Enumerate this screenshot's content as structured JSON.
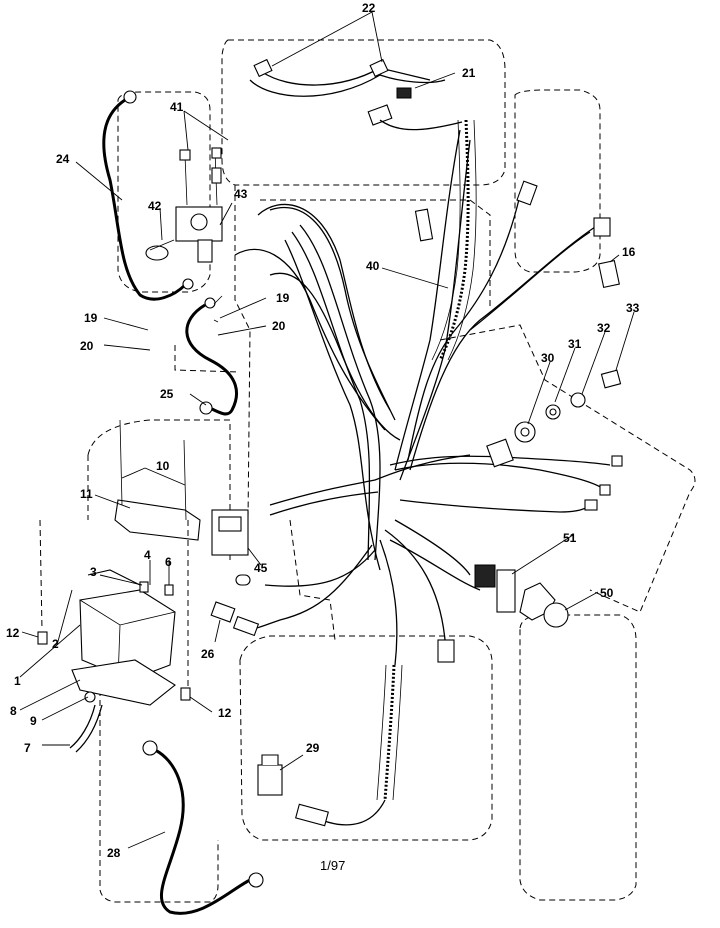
{
  "callouts": {
    "c1": "1",
    "c2": "2",
    "c3": "3",
    "c4": "4",
    "c6": "6",
    "c7": "7",
    "c8": "8",
    "c9": "9",
    "c10": "10",
    "c11": "11",
    "c12a": "12",
    "c12b": "12",
    "c16": "16",
    "c19a": "19",
    "c19b": "19",
    "c20a": "20",
    "c20b": "20",
    "c21": "21",
    "c22": "22",
    "c24": "24",
    "c25": "25",
    "c26": "26",
    "c28": "28",
    "c29": "29",
    "c30": "30",
    "c31": "31",
    "c32": "32",
    "c33": "33",
    "c40": "40",
    "c41": "41",
    "c42": "42",
    "c43": "43",
    "c45": "45",
    "c50": "50",
    "c51": "51"
  },
  "footer": {
    "date_code": "1/97"
  }
}
